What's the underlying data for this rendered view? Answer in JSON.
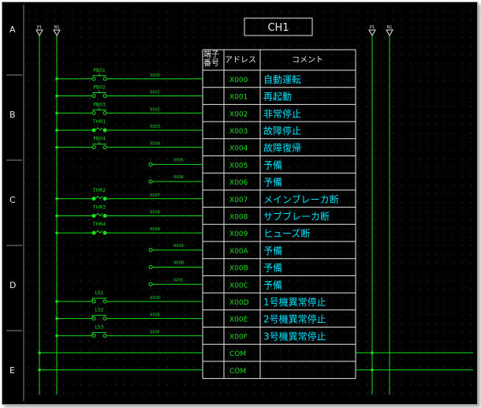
{
  "title": "CH1",
  "row_labels": [
    "A",
    "B",
    "C",
    "D",
    "E"
  ],
  "bus_labels": [
    "P1",
    "N1",
    "P1",
    "N1"
  ],
  "table": {
    "header_terminal_line1": "端子",
    "header_terminal_line2": "番号",
    "header_address": "アドレス",
    "header_comment": "コメント",
    "rows": [
      {
        "address": "X000",
        "comment": "自動運転",
        "device": "PB01",
        "kind": "pb",
        "wire": "X000"
      },
      {
        "address": "X001",
        "comment": "再起動",
        "device": "PB02",
        "kind": "pb",
        "wire": "X001"
      },
      {
        "address": "X002",
        "comment": "非常停止",
        "device": "PB03",
        "kind": "pb",
        "wire": "X002"
      },
      {
        "address": "X003",
        "comment": "故障停止",
        "device": "THR1",
        "kind": "thr",
        "wire": "X003"
      },
      {
        "address": "X004",
        "comment": "故障復帰",
        "device": "PB04",
        "kind": "pb",
        "wire": "X004"
      },
      {
        "address": "X005",
        "comment": "予備",
        "device": "",
        "kind": "spare",
        "wire": "X005"
      },
      {
        "address": "X006",
        "comment": "予備",
        "device": "",
        "kind": "spare",
        "wire": "X006"
      },
      {
        "address": "X007",
        "comment": "メインブレーカ断",
        "device": "THR2",
        "kind": "thr",
        "wire": "X007"
      },
      {
        "address": "X008",
        "comment": "サブブレーカ断",
        "device": "THR3",
        "kind": "thr",
        "wire": "X008"
      },
      {
        "address": "X009",
        "comment": "ヒューズ断",
        "device": "THR4",
        "kind": "thr",
        "wire": "X009"
      },
      {
        "address": "X00A",
        "comment": "予備",
        "device": "",
        "kind": "spare",
        "wire": "X00A"
      },
      {
        "address": "X00B",
        "comment": "予備",
        "device": "",
        "kind": "spare",
        "wire": "X00B"
      },
      {
        "address": "X00C",
        "comment": "予備",
        "device": "",
        "kind": "spare",
        "wire": "X00C"
      },
      {
        "address": "X00D",
        "comment": "1号機異常停止",
        "device": "LS1",
        "kind": "ls",
        "wire": "X00D"
      },
      {
        "address": "X00E",
        "comment": "2号機異常停止",
        "device": "LS2",
        "kind": "ls",
        "wire": "X00E"
      },
      {
        "address": "X00F",
        "comment": "3号機異常停止",
        "device": "LS3",
        "kind": "ls",
        "wire": "X00F"
      },
      {
        "address": "COM",
        "comment": "",
        "device": "",
        "kind": "com",
        "wire": ""
      },
      {
        "address": "COM",
        "comment": "",
        "device": "",
        "kind": "com",
        "wire": ""
      }
    ]
  },
  "colors": {
    "background": "#000000",
    "wire": "#18e018",
    "table": "#e8e8e8",
    "address": "#18e018",
    "comment": "#00e5ff",
    "grid_dots": "#3a3a3a"
  }
}
